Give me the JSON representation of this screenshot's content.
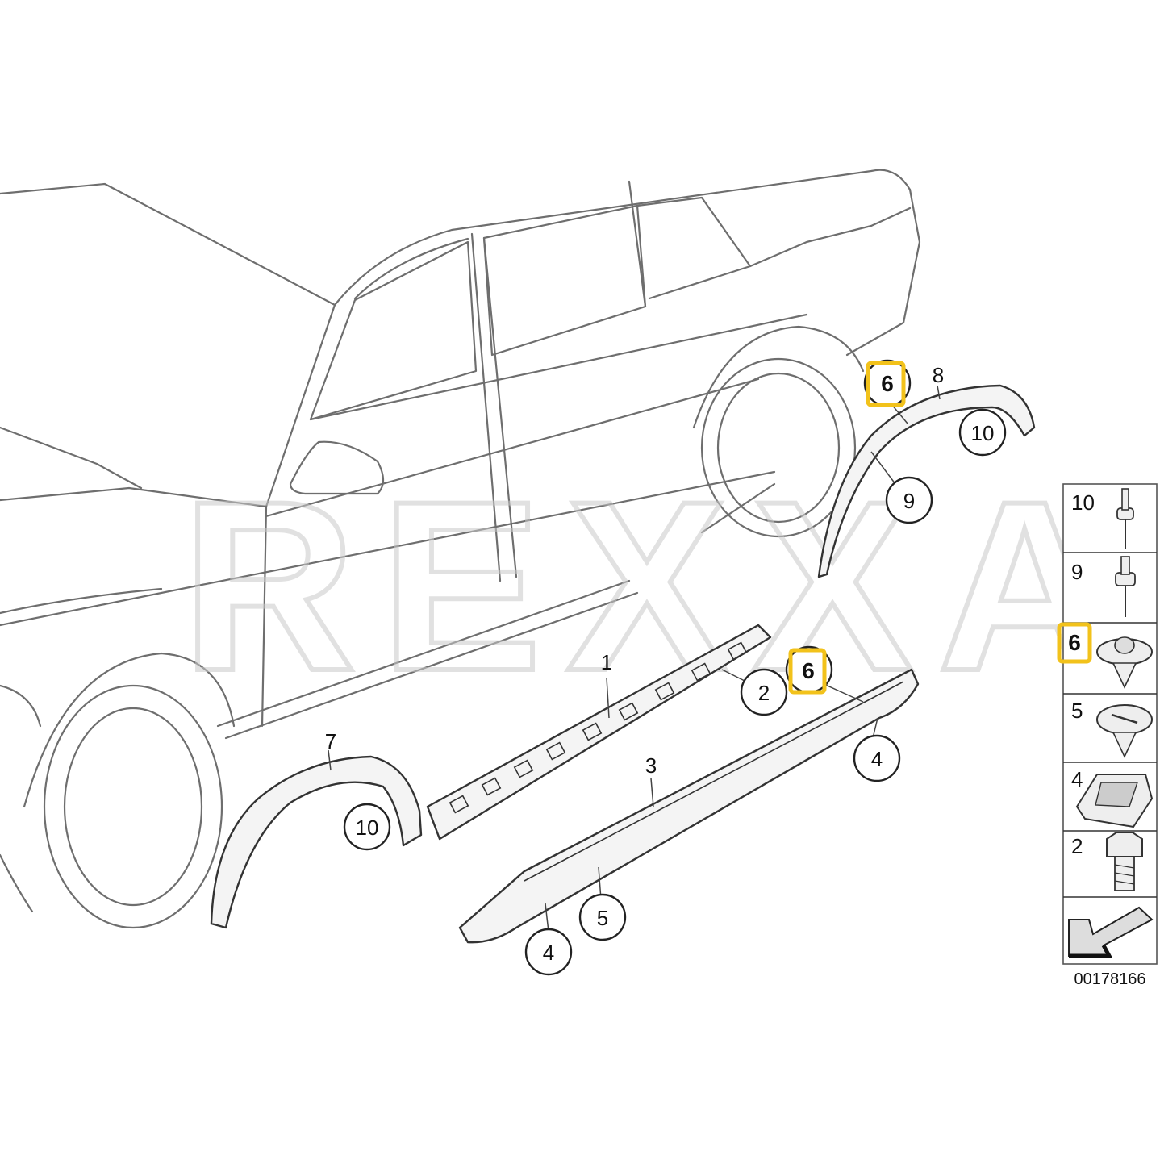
{
  "diagram": {
    "watermark": "REXXA",
    "callouts": {
      "c6_top": "6",
      "c8": "8",
      "c10_right": "10",
      "c9": "9",
      "c1": "1",
      "c2": "2",
      "c6_mid": "6",
      "c3": "3",
      "c4_right": "4",
      "c7": "7",
      "c10_left": "10",
      "c5": "5",
      "c4_bottom": "4"
    },
    "legend": {
      "items": [
        {
          "num": "10",
          "icon": "rivet-long-icon"
        },
        {
          "num": "9",
          "icon": "rivet-short-icon"
        },
        {
          "num": "6",
          "icon": "push-clip-icon"
        },
        {
          "num": "5",
          "icon": "expansion-clip-icon"
        },
        {
          "num": "4",
          "icon": "mounting-bracket-icon"
        },
        {
          "num": "2",
          "icon": "hex-bolt-icon"
        }
      ],
      "arrow_icon": "direction-arrow-icon"
    },
    "part_number": "00178166",
    "highlight_color": "#f2c21b"
  }
}
